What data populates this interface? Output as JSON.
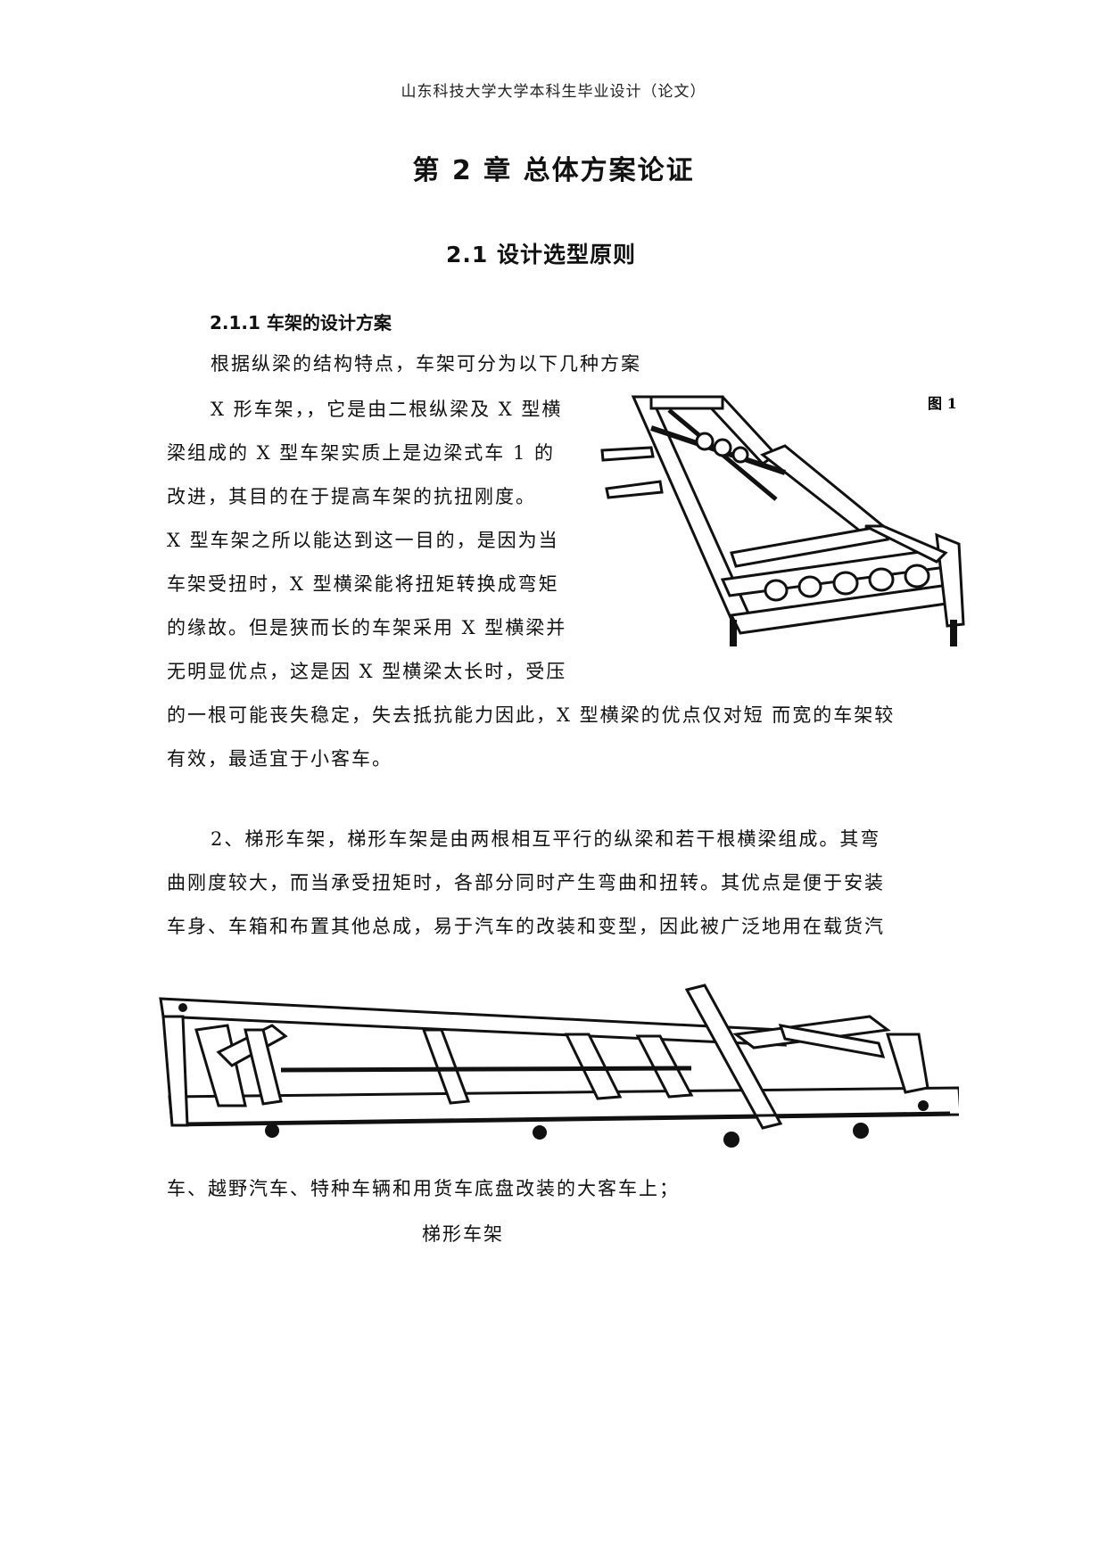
{
  "header": "山东科技大学大学本科生毕业设计（论文）",
  "chapter_title": "第 2 章  总体方案论证",
  "section_title": "2.1  设计选型原则",
  "subsection_title": "2.1.1 车架的设计方案",
  "intro_line": "根据纵梁的结构特点，车架可分为以下几种方案",
  "x_frame_lines": [
    "X 形车架，，它是由二根纵梁及 X 型横",
    "梁组成的 X 型车架实质上是边梁式车 1 的",
    "改进，其目的在于提高车架的抗扭刚度。",
    "X 型车架之所以能达到这一目的，是因为当",
    "车架受扭时，X 型横梁能将扭矩转换成弯矩",
    "的缘故。但是狭而长的车架采用 X 型横梁并",
    "无明显优点，这是因 X 型横梁太长时，受压"
  ],
  "x_frame_lines_full": [
    "的一根可能丧失稳定，失去抵抗能力因此，X 型横梁的优点仅对短 而宽的车架较",
    "有效，最适宜于小客车。"
  ],
  "figure_label": "图 1",
  "ladder_lines": [
    "2、梯形车架，梯形车架是由两根相互平行的纵梁和若干根横梁组成。其弯",
    "曲刚度较大，而当承受扭矩时，各部分同时产生弯曲和扭转。其优点是便于安装",
    "车身、车箱和布置其他总成，易于汽车的改装和变型，因此被广泛地用在载货汽"
  ],
  "ladder_after_figure": "车、越野汽车、特种车辆和用货车底盘改装的大客车上；",
  "ladder_caption": "梯形车架"
}
